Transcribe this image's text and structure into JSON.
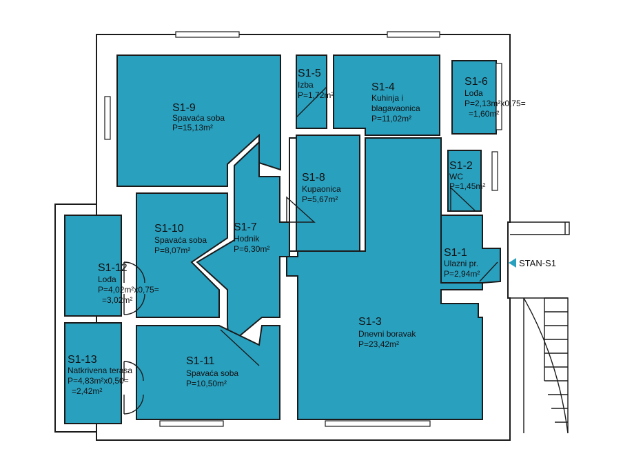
{
  "rooms": [
    {
      "code": "S1-9",
      "name": "Spavaća soba",
      "area": "P=15,13m²"
    },
    {
      "code": "S1-5",
      "name": "Izba",
      "area": "P=1,72m²"
    },
    {
      "code": "S1-4",
      "name": "Kuhinja i",
      "name2": "blagavaonica",
      "area": "P=11,02m²"
    },
    {
      "code": "S1-6",
      "name": "Lođa",
      "area": "P=2,13m²x0,75=",
      "area2": "=1,60m²"
    },
    {
      "code": "S1-8",
      "name": "Kupaonica",
      "area": "P=5,67m²"
    },
    {
      "code": "S1-2",
      "name": "WC",
      "area": "P=1,45m²"
    },
    {
      "code": "S1-10",
      "name": "Spavaća soba",
      "area": "P=8,07m²"
    },
    {
      "code": "S1-7",
      "name": "Hodnik",
      "area": "P=6,30m²"
    },
    {
      "code": "S1-1",
      "name": "Ulazni pr.",
      "area": "P=2,94m²"
    },
    {
      "code": "S1-12",
      "name": "Lođa",
      "area": "P=4,02m²x0,75=",
      "area2": "=3,02m²"
    },
    {
      "code": "S1-3",
      "name": "Dnevni boravak",
      "area": "P=23,42m²"
    },
    {
      "code": "S1-13",
      "name": "Natkrivena terasa",
      "area": "P=4,83m²x0,50=",
      "area2": "=2,42m²"
    },
    {
      "code": "S1-11",
      "name": "Spavaća soba",
      "area": "P=10,50m²"
    }
  ],
  "entrance": {
    "label": "STAN-S1"
  },
  "colors": {
    "room_fill": "#2aa0bf",
    "wall": "#ffffff",
    "line": "#1a1a1a",
    "marker": "#2aa0bf"
  }
}
